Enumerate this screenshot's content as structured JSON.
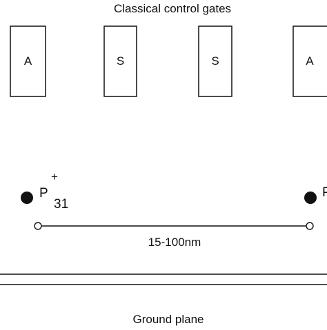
{
  "diagram": {
    "title": "Classical control gates",
    "gates": [
      {
        "label": "A"
      },
      {
        "label": "S"
      },
      {
        "label": "S"
      },
      {
        "label": "A"
      }
    ],
    "donor_left": {
      "symbol": "P",
      "charge": "+",
      "mass": "31"
    },
    "donor_right": {
      "symbol": "P"
    },
    "distance_label": "15-100nm",
    "ground_label": "Ground plane"
  }
}
